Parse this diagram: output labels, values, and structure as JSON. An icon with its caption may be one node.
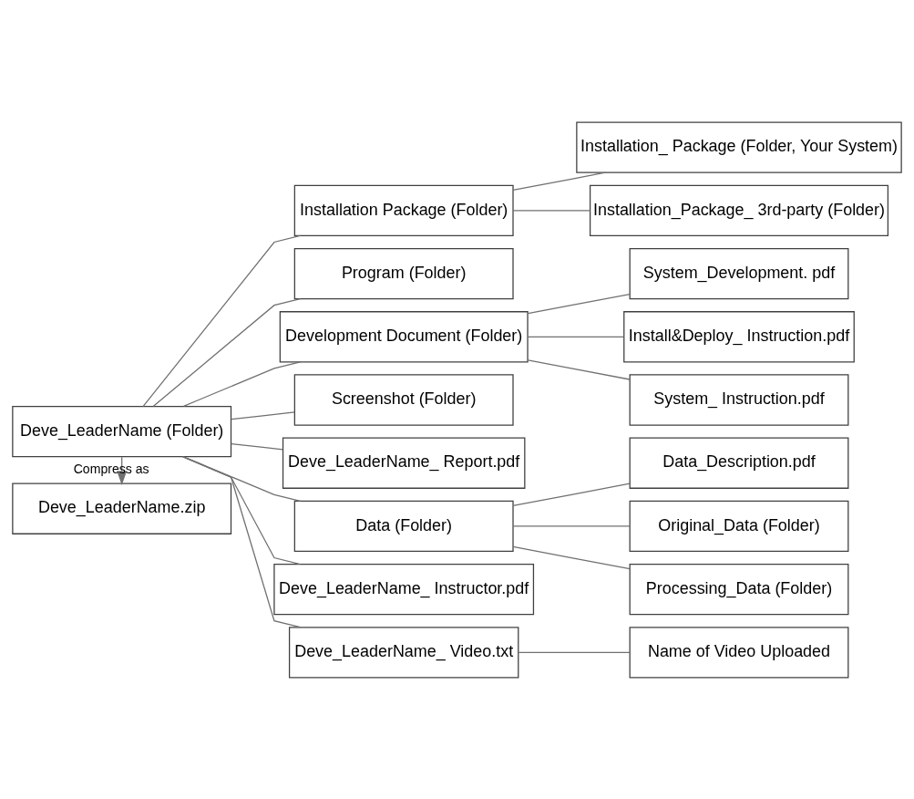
{
  "diagram": {
    "nodes": [
      {
        "text": [
          "Deve_LeaderName (Folder)"
        ]
      },
      {
        "text": [
          "Deve_LeaderName.zip"
        ]
      },
      {
        "text": [
          "Installation Package (Folder)"
        ]
      },
      {
        "text": [
          "Installation_ Package (Folder, Your System)"
        ]
      },
      {
        "text": [
          "Installation_Package_ 3rd-party (Folder)"
        ]
      },
      {
        "text": [
          "Program (Folder)"
        ]
      },
      {
        "text": [
          "Development Document (Folder)"
        ]
      },
      {
        "text": [
          "System_Development. pdf"
        ]
      },
      {
        "text": [
          "Install&Deploy_ Instruction.pdf"
        ]
      },
      {
        "text": [
          "System_ Instruction.pdf"
        ]
      },
      {
        "text": [
          "Screenshot (Folder)"
        ]
      },
      {
        "text": [
          "Deve_LeaderName_ Report.pdf"
        ]
      },
      {
        "text": [
          "Data (Folder)"
        ]
      },
      {
        "text": [
          "Data_Description.pdf"
        ]
      },
      {
        "text": [
          "Original_Data (Folder)"
        ]
      },
      {
        "text": [
          "Processing_Data (Folder)"
        ]
      },
      {
        "text": [
          "Deve_LeaderName_ Instructor.pdf"
        ]
      },
      {
        "text": [
          "Deve_LeaderName_ Video.txt"
        ]
      },
      {
        "text": [
          "Name of Video Uploaded"
        ]
      }
    ],
    "edges": [
      {
        "from": 0,
        "to": 1,
        "arrow": "to",
        "label": "Compress as"
      },
      {
        "from": 0,
        "to": 2,
        "arrow": "none"
      },
      {
        "from": 2,
        "to": 3,
        "arrow": "none"
      },
      {
        "from": 2,
        "to": 4,
        "arrow": "none"
      },
      {
        "from": 0,
        "to": 5,
        "arrow": "none"
      },
      {
        "from": 0,
        "to": 6,
        "arrow": "none"
      },
      {
        "from": 6,
        "to": 7,
        "arrow": "none"
      },
      {
        "from": 6,
        "to": 8,
        "arrow": "none"
      },
      {
        "from": 6,
        "to": 9,
        "arrow": "none"
      },
      {
        "from": 0,
        "to": 10,
        "arrow": "none"
      },
      {
        "from": 0,
        "to": 11,
        "arrow": "none"
      },
      {
        "from": 0,
        "to": 12,
        "arrow": "none"
      },
      {
        "from": 12,
        "to": 13,
        "arrow": "none"
      },
      {
        "from": 12,
        "to": 14,
        "arrow": "none"
      },
      {
        "from": 12,
        "to": 15,
        "arrow": "none"
      },
      {
        "from": 0,
        "to": 16,
        "arrow": "none"
      },
      {
        "from": 0,
        "to": 17,
        "arrow": "none"
      },
      {
        "from": 17,
        "to": 18,
        "arrow": "none"
      }
    ]
  }
}
